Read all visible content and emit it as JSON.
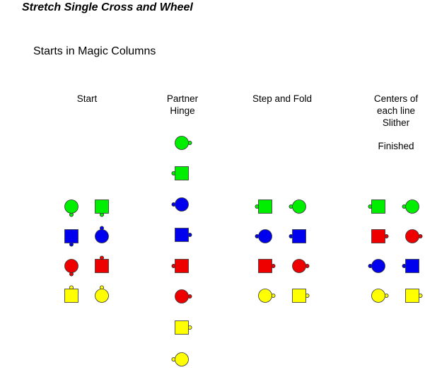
{
  "title": "Stretch Single Cross and Wheel",
  "subtitle": "Starts in Magic Columns",
  "columns": [
    {
      "lines": [
        "Start"
      ]
    },
    {
      "lines": [
        "Partner",
        "Hinge"
      ]
    },
    {
      "lines": [
        "Step and Fold"
      ]
    },
    {
      "lines": [
        "Centers of",
        "each line",
        "Slither"
      ]
    }
  ],
  "finished": "Finished",
  "colors": {
    "green": "#00ee00",
    "blue": "#0000ee",
    "red": "#ee0000",
    "yellow": "#ffff00",
    "outline": "#333333"
  },
  "dancers": [
    {
      "name": "start-green-boy",
      "shape": "circle",
      "color": "green",
      "facing": "down"
    },
    {
      "name": "start-green-girl",
      "shape": "square",
      "color": "green",
      "facing": "down"
    },
    {
      "name": "start-blue-girl",
      "shape": "square",
      "color": "blue",
      "facing": "down"
    },
    {
      "name": "start-blue-boy",
      "shape": "circle",
      "color": "blue",
      "facing": "up"
    },
    {
      "name": "start-red-boy",
      "shape": "circle",
      "color": "red",
      "facing": "down"
    },
    {
      "name": "start-red-girl",
      "shape": "square",
      "color": "red",
      "facing": "up"
    },
    {
      "name": "start-yellow-girl",
      "shape": "square",
      "color": "yellow",
      "facing": "up"
    },
    {
      "name": "start-yellow-boy",
      "shape": "circle",
      "color": "yellow",
      "facing": "up"
    },
    {
      "name": "hinge-green-boy",
      "shape": "circle",
      "color": "green",
      "facing": "right"
    },
    {
      "name": "hinge-green-girl",
      "shape": "square",
      "color": "green",
      "facing": "left"
    },
    {
      "name": "hinge-blue-boy",
      "shape": "circle",
      "color": "blue",
      "facing": "left"
    },
    {
      "name": "hinge-blue-girl",
      "shape": "square",
      "color": "blue",
      "facing": "right"
    },
    {
      "name": "hinge-red-girl",
      "shape": "square",
      "color": "red",
      "facing": "left"
    },
    {
      "name": "hinge-red-boy",
      "shape": "circle",
      "color": "red",
      "facing": "right"
    },
    {
      "name": "hinge-yellow-girl",
      "shape": "square",
      "color": "yellow",
      "facing": "right"
    },
    {
      "name": "hinge-yellow-boy",
      "shape": "circle",
      "color": "yellow",
      "facing": "left"
    },
    {
      "name": "fold-green-girl",
      "shape": "square",
      "color": "green",
      "facing": "left"
    },
    {
      "name": "fold-green-boy",
      "shape": "circle",
      "color": "green",
      "facing": "left"
    },
    {
      "name": "fold-blue-boy",
      "shape": "circle",
      "color": "blue",
      "facing": "left"
    },
    {
      "name": "fold-blue-girl",
      "shape": "square",
      "color": "blue",
      "facing": "left"
    },
    {
      "name": "fold-red-girl",
      "shape": "square",
      "color": "red",
      "facing": "right"
    },
    {
      "name": "fold-red-boy",
      "shape": "circle",
      "color": "red",
      "facing": "right"
    },
    {
      "name": "fold-yellow-boy",
      "shape": "circle",
      "color": "yellow",
      "facing": "right"
    },
    {
      "name": "fold-yellow-girl",
      "shape": "square",
      "color": "yellow",
      "facing": "right"
    },
    {
      "name": "slither-green-girl",
      "shape": "square",
      "color": "green",
      "facing": "left"
    },
    {
      "name": "slither-green-boy",
      "shape": "circle",
      "color": "green",
      "facing": "left"
    },
    {
      "name": "slither-red-girl",
      "shape": "square",
      "color": "red",
      "facing": "right"
    },
    {
      "name": "slither-red-boy",
      "shape": "circle",
      "color": "red",
      "facing": "right"
    },
    {
      "name": "slither-blue-boy",
      "shape": "circle",
      "color": "blue",
      "facing": "left"
    },
    {
      "name": "slither-blue-girl",
      "shape": "square",
      "color": "blue",
      "facing": "left"
    },
    {
      "name": "slither-yellow-boy",
      "shape": "circle",
      "color": "yellow",
      "facing": "right"
    },
    {
      "name": "slither-yellow-girl",
      "shape": "square",
      "color": "yellow",
      "facing": "right"
    }
  ]
}
